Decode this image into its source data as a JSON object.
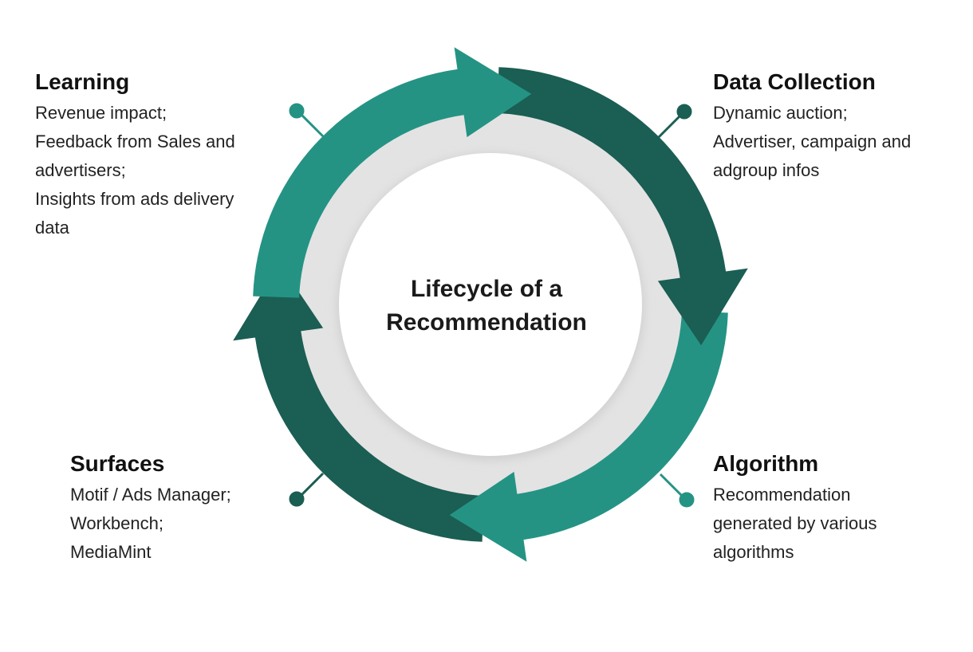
{
  "center_title": [
    "Lifecycle of a",
    "Recommendation"
  ],
  "colors": {
    "teal": "#249384",
    "dark_teal": "#1b5e53",
    "ring": "#e3e3e3",
    "inner": "#ffffff"
  },
  "learning": {
    "heading": "Learning",
    "lines": [
      "Revenue impact;",
      "Feedback from Sales and",
      "advertisers;",
      "Insights from ads delivery",
      "data"
    ]
  },
  "data_collection": {
    "heading": "Data Collection",
    "lines": [
      "Dynamic auction;",
      "Advertiser, campaign and",
      "adgroup infos"
    ]
  },
  "surfaces": {
    "heading": "Surfaces",
    "lines": [
      "Motif / Ads Manager;",
      "Workbench;",
      "MediaMint"
    ]
  },
  "algorithm": {
    "heading": "Algorithm",
    "lines": [
      "Recommendation",
      "generated by various",
      "algorithms"
    ]
  }
}
